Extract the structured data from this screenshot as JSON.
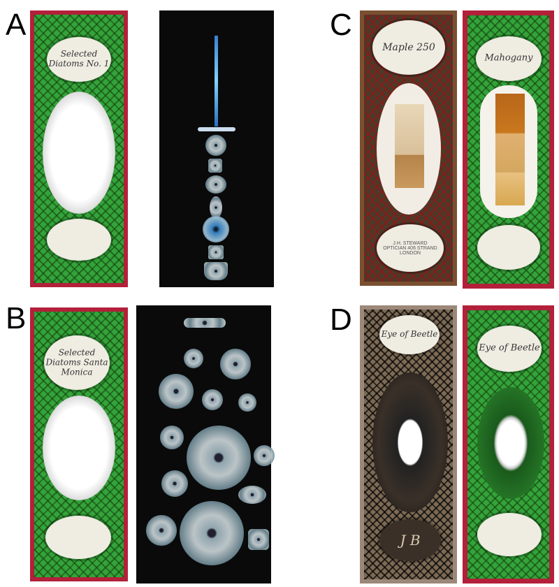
{
  "panels": {
    "a": "A",
    "b": "B",
    "c": "C",
    "d": "D"
  },
  "labels": {
    "a": "Selected Diatoms No. 1",
    "b": "Selected Diatoms Santa Monica",
    "c1": "Maple 250",
    "c2": "Mahogany",
    "c1_maker": "J.H. STEWARD OPTICIAN 406 STRAND LONDON",
    "d1": "Eye of Beetle",
    "d1_monogram": "J B",
    "d2": "Eye of Beetle"
  }
}
